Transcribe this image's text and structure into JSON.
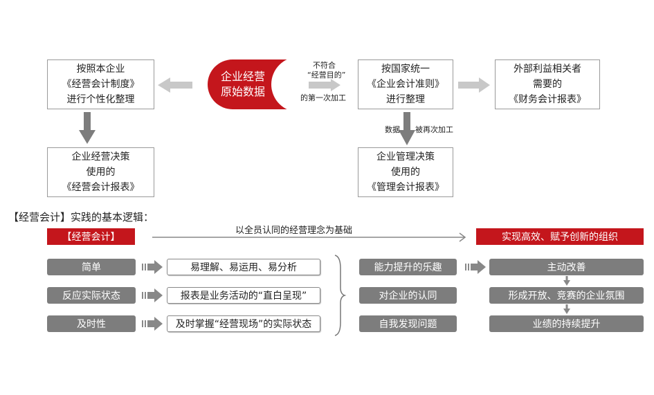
{
  "top": {
    "box_own": [
      "按照本企业",
      "《经营会计制度》",
      "进行个性化整理"
    ],
    "origin": [
      "企业经营",
      "原始数据"
    ],
    "first_process": [
      "不符合",
      "“经营目的”",
      "的第一次加工"
    ],
    "box_national": [
      "按国家统一",
      "《企业会计准则》",
      "进行整理"
    ],
    "box_external": [
      "外部利益相关者",
      "需要的",
      "《财务会计报表》"
    ],
    "box_operating_decision": [
      "企业经营决策",
      "使用的",
      "《经营会计报表》"
    ],
    "reprocess": [
      "数据",
      "被再次加工"
    ],
    "box_management_decision": [
      "企业管理决策",
      "使用的",
      "《管理会计报表》"
    ]
  },
  "bottom": {
    "heading": "【经营会计】实践的基本逻辑：",
    "start_label": "【经营会计】",
    "foundation": "以全员认同的经营理念为基础",
    "goal_label": "实现高效、赋予创新的组织",
    "features": [
      "简单",
      "反应实际状态",
      "及时性"
    ],
    "descriptions": [
      "易理解、易运用、易分析",
      "报表是业务活动的“直白呈现”",
      "及时掌握“经营现场”的实际状态"
    ],
    "effects": [
      "能力提升的乐趣",
      "对企业的认同",
      "自我发现问题"
    ],
    "outcomes": [
      "主动改善",
      "形成开放、竞赛的企业氛围",
      "业绩的持续提升"
    ]
  },
  "colors": {
    "red": "#c4161c",
    "gray": "#7d7d7d"
  }
}
